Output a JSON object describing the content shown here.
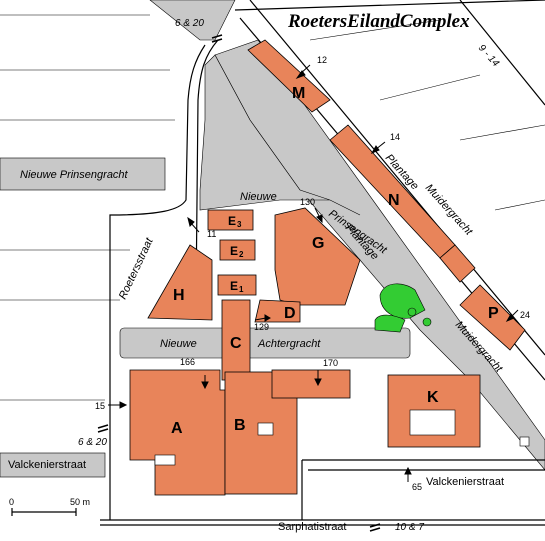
{
  "title": "RoetersEilandComplex",
  "colors": {
    "building": "#e8845a",
    "street": "#c8c8c8",
    "park": "#33cc33",
    "background": "#ffffff",
    "outline": "#000000"
  },
  "streets": {
    "nieuwe_prinsengracht": "Nieuwe Prinsengracht",
    "roetersstraat": "Roetersstraat",
    "nieuwe_achtergracht_1": "Nieuwe",
    "nieuwe_achtergracht_2": "Achtergracht",
    "nieuwe_prinsengracht_small_1": "Nieuwe",
    "nieuwe_prinsengracht_small_2": "Prinsengracht",
    "plantage_muidergracht_1": "Plantage",
    "plantage_muidergracht_2": "Muidergracht",
    "plantage": "Plantage",
    "muidergracht": "Muidergracht",
    "valckenierstraat_left": "Valckenierstraat",
    "valckenierstraat_right": "Valckenierstraat",
    "sarphatistraat": "Sarphatistraat"
  },
  "buildings": {
    "A": "A",
    "B": "B",
    "C": "C",
    "D": "D",
    "E1": "E",
    "E2": "E",
    "E3": "E",
    "E1_sub": "1",
    "E2_sub": "2",
    "E3_sub": "3",
    "G": "G",
    "H": "H",
    "K": "K",
    "M": "M",
    "N": "N",
    "P": "P"
  },
  "house_numbers": {
    "n11": "11",
    "n12": "12",
    "n14": "14",
    "n24": "24",
    "n65": "65",
    "n129": "129",
    "n130": "130",
    "n151": "15",
    "n166": "166",
    "n170": "170"
  },
  "tram": {
    "top": "6 & 20",
    "top_right": "9 - 14",
    "left": "6 & 20",
    "bottom": "10 & 7"
  },
  "scale": {
    "zero": "0",
    "fifty": "50 m"
  }
}
